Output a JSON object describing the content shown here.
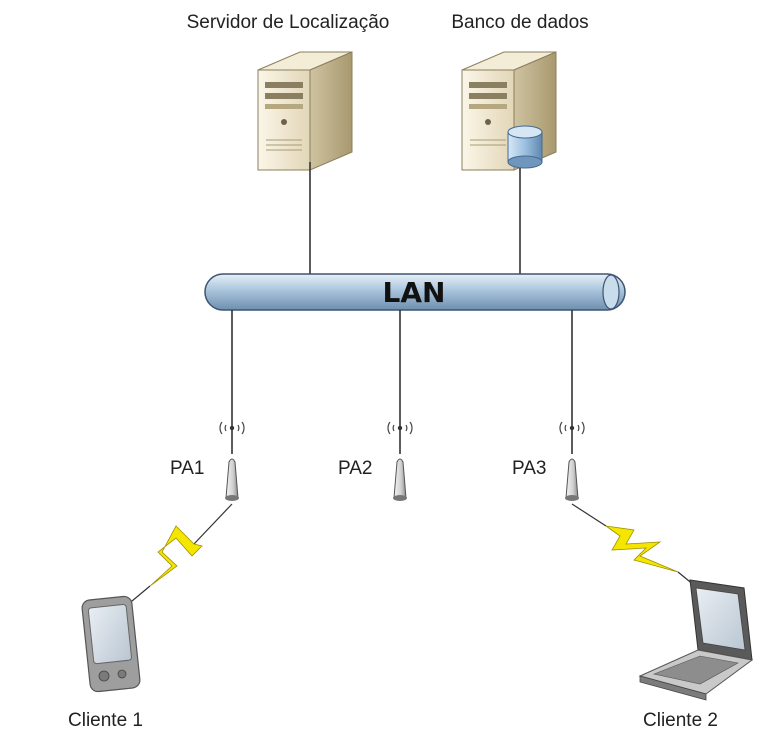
{
  "nodes": {
    "location_server": {
      "label": "Servidor de Localização",
      "icon": "server-tower-icon"
    },
    "database": {
      "label": "Banco de dados",
      "icon": "database-server-icon"
    },
    "lan": {
      "label": "LAN",
      "icon": "network-bus-icon",
      "color": "#a9c4dc"
    },
    "pa1": {
      "label": "PA1",
      "icon": "access-point-icon"
    },
    "pa2": {
      "label": "PA2",
      "icon": "access-point-icon"
    },
    "pa3": {
      "label": "PA3",
      "icon": "access-point-icon"
    },
    "client1": {
      "label": "Cliente 1",
      "icon": "pda-icon"
    },
    "client2": {
      "label": "Cliente 2",
      "icon": "laptop-icon"
    }
  },
  "links": {
    "wireless_color": "#f5e600",
    "server_color": "#eae0c8",
    "db_color": "#9cc0e0"
  }
}
